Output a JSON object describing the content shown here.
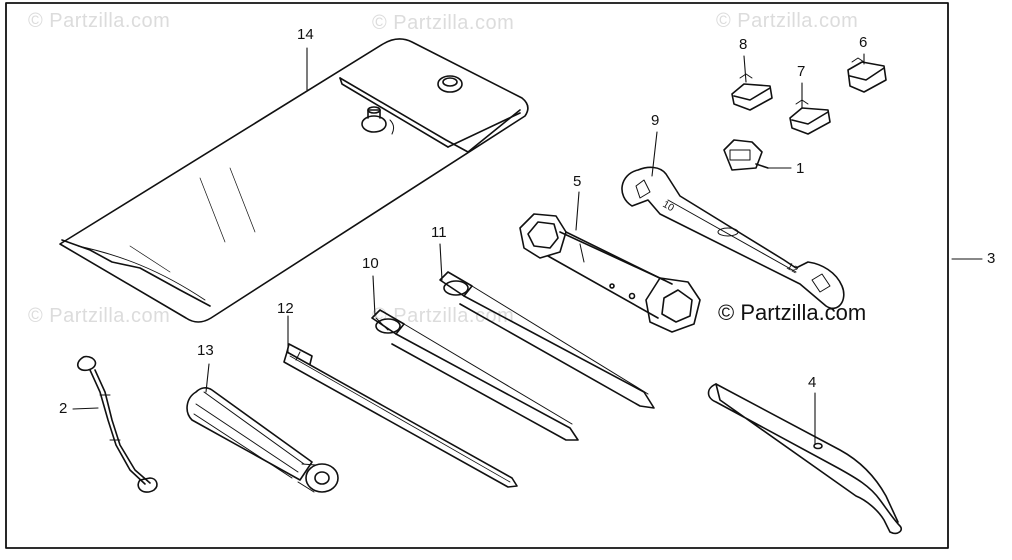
{
  "watermark": "© Partzilla.com",
  "copyright": "© Partzilla.com",
  "callouts": {
    "c1": "1",
    "c2": "2",
    "c3": "3",
    "c4": "4",
    "c5": "5",
    "c6": "6",
    "c7": "7",
    "c8": "8",
    "c9": "9",
    "c10": "10",
    "c11": "11",
    "c12": "12",
    "c13": "13",
    "c14": "14"
  }
}
